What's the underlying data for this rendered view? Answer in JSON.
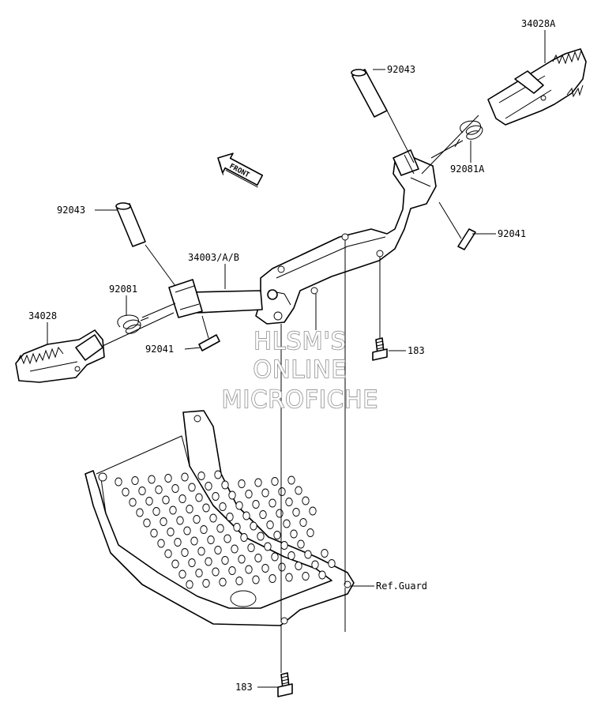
{
  "callouts": {
    "p34028A": "34028A",
    "p92043_top": "92043",
    "p92081A": "92081A",
    "p92041_right": "92041",
    "p92043_left": "92043",
    "p34003": "34003/A/B",
    "p92081": "92081",
    "p34028": "34028",
    "p92041_left": "92041",
    "p183_mid": "183",
    "ref_guard": "Ref.Guard",
    "p183_bottom": "183"
  },
  "front_arrow_label": "FRONT",
  "watermark": {
    "line1": "HLSM'S",
    "line2": "ONLINE",
    "line3": "MICROFICHE"
  }
}
